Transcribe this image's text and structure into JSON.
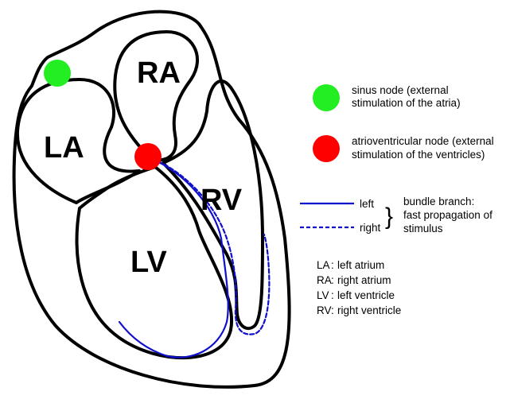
{
  "chambers": {
    "ra": "RA",
    "la": "LA",
    "rv": "RV",
    "lv": "LV"
  },
  "nodes": {
    "sinus": {
      "color": "#22ee22",
      "label_line1": "sinus node (external",
      "label_line2": "stimulation of the atria)"
    },
    "av": {
      "color": "#ff0000",
      "label_line1": "atrioventricular node (external",
      "label_line2": "stimulation of the ventricles)"
    }
  },
  "bundle": {
    "color": "#1010cc",
    "left_label": "left",
    "right_label": "right",
    "description_line1": "bundle branch:",
    "description_line2": "fast propagation of",
    "description_line3": "stimulus"
  },
  "abbreviations": [
    {
      "abbr": "LA",
      "meaning": "left atrium"
    },
    {
      "abbr": "RA",
      "meaning": "right atrium"
    },
    {
      "abbr": "LV",
      "meaning": "left ventricle"
    },
    {
      "abbr": "RV",
      "meaning": "right ventricle"
    }
  ]
}
